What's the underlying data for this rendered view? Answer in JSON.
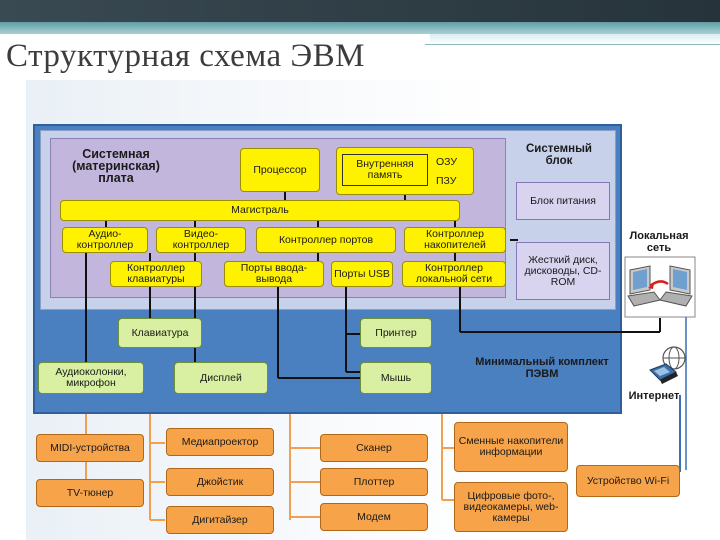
{
  "title": "Структурная схема ЭВМ",
  "labels": {
    "motherboard": "Системная (материнская) плата",
    "system_unit": "Системный блок",
    "min_pc": "Минимальный комплект ПЭВМ",
    "local_net": "Локальная сеть",
    "internet": "Интернет"
  },
  "board": {
    "cpu": "Процессор",
    "internal_memory": "Внутренняя память",
    "ram": "ОЗУ",
    "rom": "ПЗУ",
    "bus": "Магистраль",
    "audio_ctrl": "Аудио-контроллер",
    "video_ctrl": "Видео-контроллер",
    "port_ctrl": "Контроллер портов",
    "storage_ctrl": "Контроллер накопителей",
    "kbd_ctrl": "Контроллер клавиатуры",
    "io_ports": "Порты ввода-вывода",
    "usb_ports": "Порты USB",
    "lan_ctrl": "Контроллер локальной сети"
  },
  "unit": {
    "psu": "Блок питания",
    "hdd": "Жесткий диск, дисководы, CD-ROM"
  },
  "peripherals": {
    "keyboard": "Клавиатура",
    "printer": "Принтер",
    "speakers": "Аудиоколонки, микрофон",
    "display": "Дисплей",
    "mouse": "Мышь"
  },
  "extras": {
    "midi": "MIDI-устройства",
    "tv": "TV-тюнер",
    "projector": "Медиапроектор",
    "joystick": "Джойстик",
    "digitizer": "Дигитайзер",
    "scanner": "Сканер",
    "plotter": "Плоттер",
    "modem": "Модем",
    "removable": "Сменные накопители информации",
    "cameras": "Цифровые фото-, видеокамеры, web-камеры",
    "wifi": "Устройство Wi-Fi"
  },
  "colors": {
    "core": "#fff200",
    "peripheral": "#d9efa1",
    "optional": "#f6a34a",
    "frame": "#4a7fc0",
    "board": "#c2b6dc"
  },
  "icons": [
    "network-computers-icon",
    "internet-globe-icon"
  ]
}
